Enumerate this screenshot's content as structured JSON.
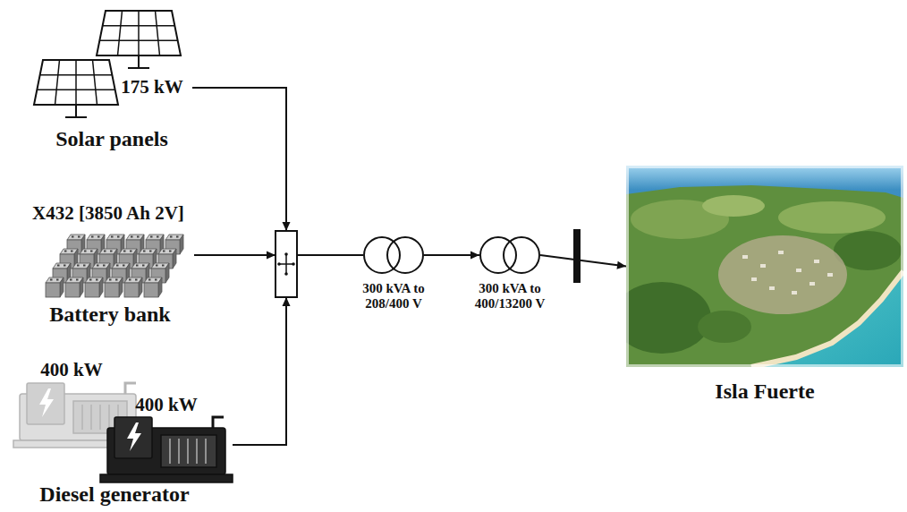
{
  "diagram": {
    "nodes": [
      {
        "text": [
          "175 kW",
          "Solar panels"
        ]
      },
      {
        "text": [
          "X432 [3850 Ah 2V]",
          "Battery bank"
        ]
      },
      {
        "text": [
          "400 kW",
          "400 kW",
          "Diesel generator"
        ]
      },
      {
        "text": [
          "300 kVA to 208/400 V"
        ]
      },
      {
        "text": [
          "300 kVA to 400/13200 V"
        ]
      },
      {
        "text": [
          "Isla Fuerte"
        ]
      }
    ],
    "edges": [
      {
        "from": 0,
        "to": 3,
        "arrow": "to"
      },
      {
        "from": 1,
        "to": 3,
        "arrow": "to"
      },
      {
        "from": 2,
        "to": 3,
        "arrow": "to"
      },
      {
        "from": 3,
        "to": 4,
        "arrow": "to"
      },
      {
        "from": 4,
        "to": 5,
        "arrow": "to"
      }
    ]
  }
}
